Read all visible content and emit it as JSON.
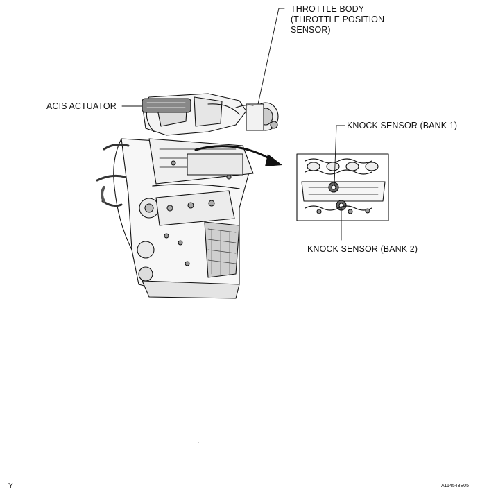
{
  "labels": {
    "throttle_line1": "THROTTLE BODY",
    "throttle_line2": "(THROTTLE POSITION",
    "throttle_line3": "SENSOR)",
    "acis": "ACIS ACTUATOR",
    "knock_bank1": "KNOCK SENSOR (BANK 1)",
    "knock_bank2": "KNOCK SENSOR (BANK 2)"
  },
  "footer": {
    "corner_mark": "Y",
    "figure_id": "A114543E05"
  }
}
